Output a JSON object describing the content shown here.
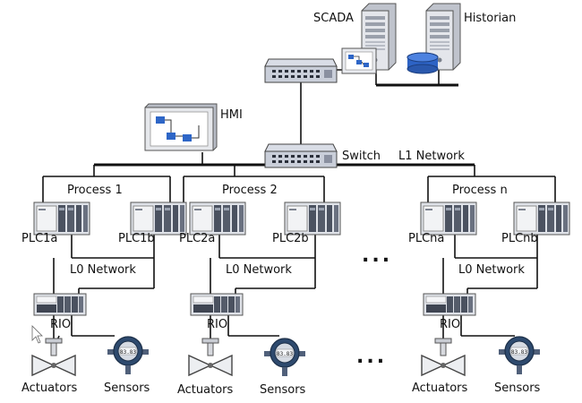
{
  "servers": {
    "scada": "SCADA",
    "historian": "Historian"
  },
  "hmi": {
    "label": "HMI"
  },
  "switch": {
    "label": "Switch"
  },
  "network": {
    "l1": "L1 Network",
    "l0": "L0 Network"
  },
  "processes": [
    {
      "label": "Process 1",
      "plc_a": "PLC1a",
      "plc_b": "PLC1b"
    },
    {
      "label": "Process 2",
      "plc_a": "PLC2a",
      "plc_b": "PLC2b"
    },
    {
      "label": "Process n",
      "plc_a": "PLCna",
      "plc_b": "PLCnb"
    }
  ],
  "field": {
    "rio": "RIO",
    "actuators": "Actuators",
    "sensors": "Sensors",
    "sensor_display": "83.83"
  },
  "ellipsis": "..."
}
